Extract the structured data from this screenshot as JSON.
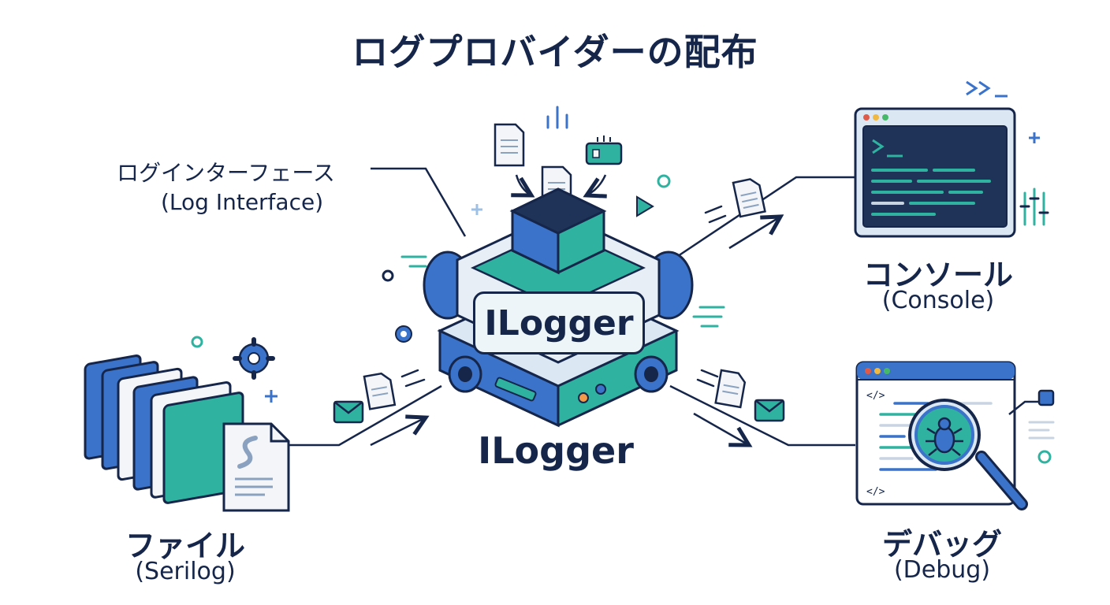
{
  "title": "ログプロバイダーの配布",
  "interface_label": {
    "jp": "ログインターフェース",
    "en": "(Log Interface)"
  },
  "core": {
    "badge": "ILogger",
    "caption": "ILogger"
  },
  "targets": {
    "file": {
      "jp": "ファイル",
      "en": "(Serilog)"
    },
    "console": {
      "jp": "コンソール",
      "en": "(Console)"
    },
    "debug": {
      "jp": "デバッグ",
      "en": "(Debug)"
    }
  },
  "colors": {
    "navy": "#15264a",
    "blue": "#3a73c9",
    "teal": "#2fb3a0",
    "light": "#dbe7f3"
  }
}
